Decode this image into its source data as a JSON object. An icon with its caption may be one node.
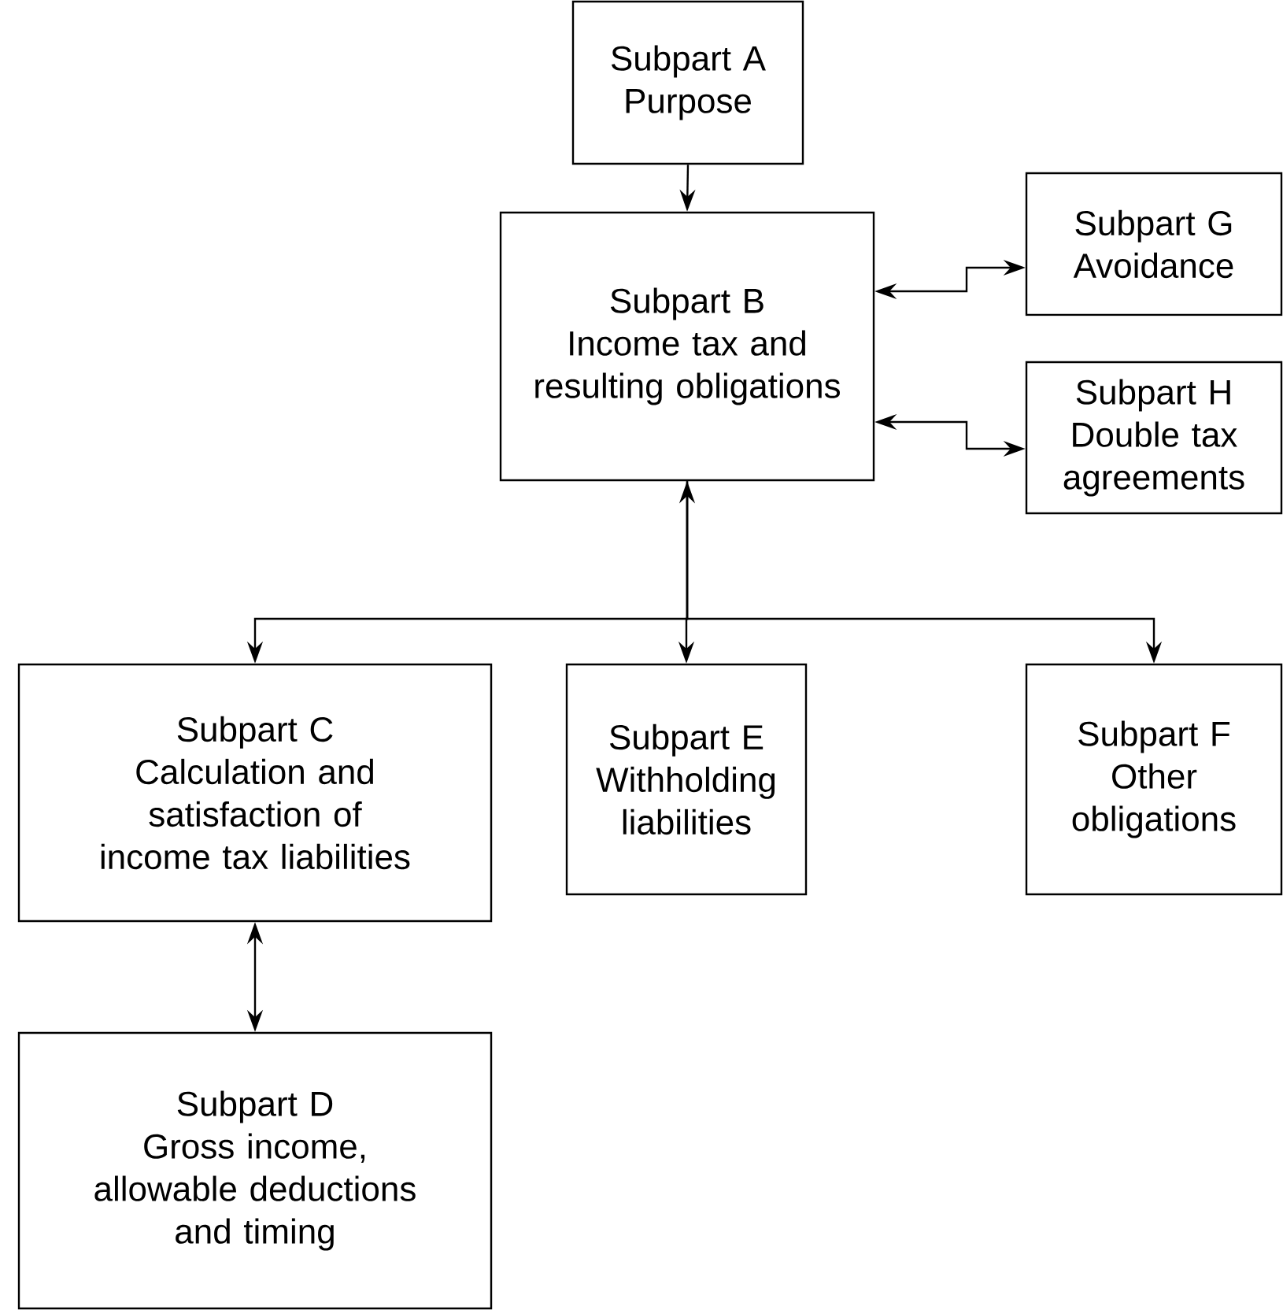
{
  "diagram": {
    "nodes": [
      {
        "text": [
          "Subpart A",
          "Purpose"
        ]
      },
      {
        "text": [
          "Subpart B",
          "Income tax and resulting obligations"
        ]
      },
      {
        "text": [
          "Subpart G",
          "Avoidance"
        ]
      },
      {
        "text": [
          "Subpart H",
          "Double tax agreements"
        ]
      },
      {
        "text": [
          "Subpart C",
          "Calculation and satisfaction of income tax liabilities"
        ]
      },
      {
        "text": [
          "Subpart E",
          "Withholding liabilities"
        ]
      },
      {
        "text": [
          "Subpart F",
          "Other obligations"
        ]
      },
      {
        "text": [
          "Subpart D",
          "Gross income, allowable deductions and timing"
        ]
      }
    ],
    "edges": [
      {
        "from": 0,
        "to": 1,
        "arrow": "to"
      },
      {
        "from": 1,
        "to": 2,
        "arrow": "both"
      },
      {
        "from": 1,
        "to": 3,
        "arrow": "both"
      },
      {
        "from": 1,
        "to": 4,
        "arrow": "to"
      },
      {
        "from": 1,
        "to": 5,
        "arrow": "both"
      },
      {
        "from": 1,
        "to": 6,
        "arrow": "to"
      },
      {
        "from": 4,
        "to": 7,
        "arrow": "both"
      }
    ]
  }
}
